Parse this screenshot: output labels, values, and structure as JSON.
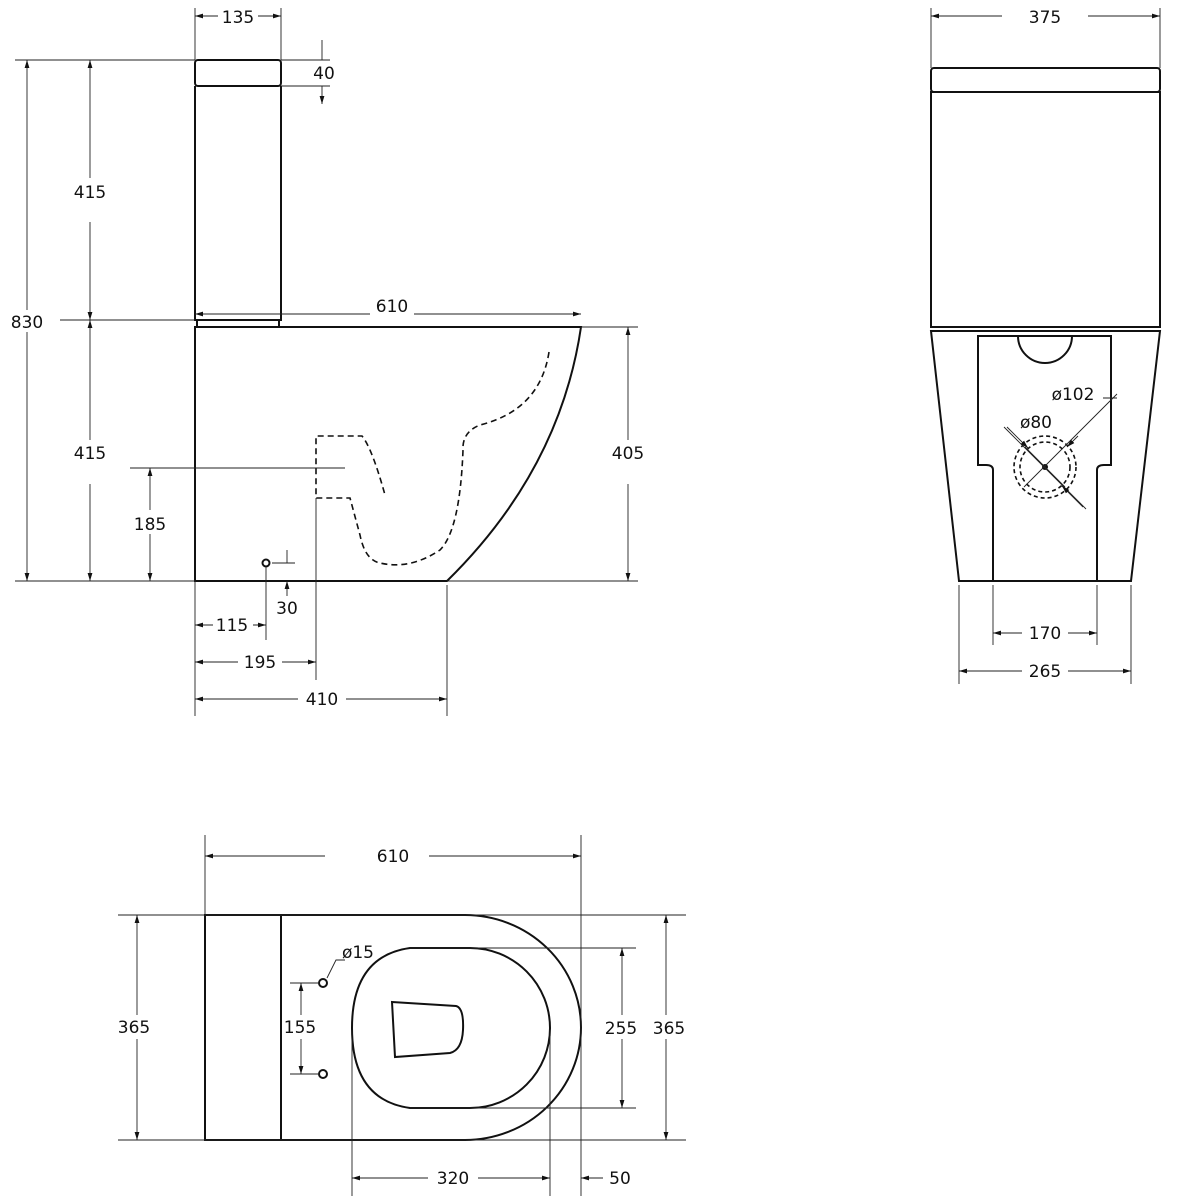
{
  "side_view": {
    "tank_width": "135",
    "lid_height": "40",
    "total_height": "830",
    "tank_height": "415",
    "bowl_height": "415",
    "inlet_height": "185",
    "length": "610",
    "bowl_front_height": "405",
    "hole_height": "30",
    "hole_offset": "115",
    "outlet_offset": "195",
    "base_length": "410"
  },
  "front_view": {
    "width": "375",
    "outlet_outer": "ø102",
    "outlet_inner": "ø80",
    "inner_width": "170",
    "base_width": "265"
  },
  "top_view": {
    "length": "610",
    "width_left": "365",
    "hole_diameter": "ø15",
    "hole_spacing": "155",
    "seat_width": "255",
    "width_right": "365",
    "seat_length": "320",
    "front_offset": "50"
  },
  "colors": {
    "line": "#111111",
    "background": "#ffffff"
  }
}
